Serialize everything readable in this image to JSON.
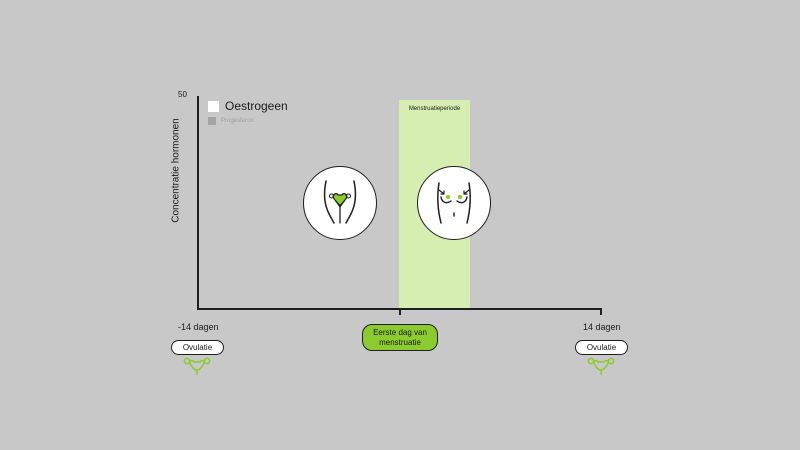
{
  "chart": {
    "y_axis_max": "50",
    "y_axis_label": "Concentratie hormonen",
    "legend": [
      {
        "label": "Oestrogeen",
        "color": "#ffffff"
      },
      {
        "label": "Progesteron",
        "color": "#a4a4a4"
      }
    ],
    "period_label": "Menstruatieperiode",
    "period_color": "#d6eeb1",
    "x_left_label": "-14 dagen",
    "x_right_label": "14 dagen",
    "center_label": "Eerste dag van menstruatie",
    "center_color": "#8ccb2e",
    "ovulation_left": "Ovulatie",
    "ovulation_right": "Ovulatie",
    "icons": {
      "circle_1": "uterus-body-icon",
      "circle_2": "breasts-body-icon",
      "ovulation": "uterus-icon"
    },
    "accent_color": "#8ccb2e"
  }
}
